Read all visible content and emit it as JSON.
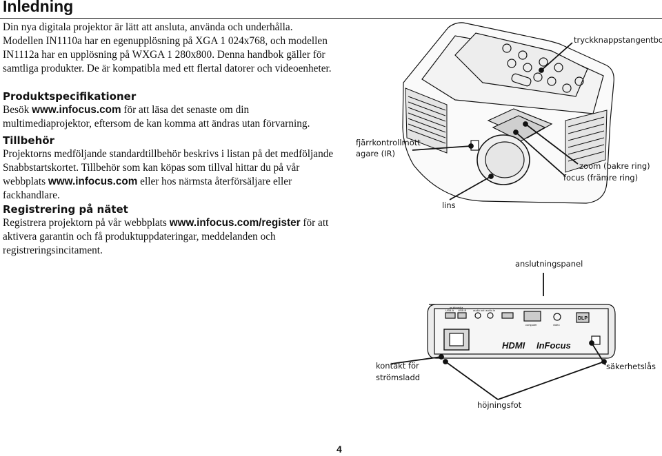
{
  "title": "Inledning",
  "intro": "Din nya digitala projektor är lätt att ansluta, använda och underhålla. Modellen IN1110a har en egenupplösning på XGA 1 024x768, och modellen IN1112a har en upplösning på WXGA 1 280x800. Denna handbok gäller för samtliga produkter. De är kompatibla med ett flertal datorer och videoenheter.",
  "specs": {
    "heading": "Produktspecifikationer",
    "pre": "Besök ",
    "link": "www.infocus.com",
    "post": " för att läsa det senaste om din multimediaprojektor, eftersom de kan komma att ändras utan förvarning."
  },
  "accessories": {
    "heading": "Tillbehör",
    "pre": "Projektorns medföljande standardtillbehör beskrivs i listan på det medföljande Snabbstartskortet. Tillbehör som kan köpas som tillval hittar du på vår webbplats ",
    "link": "www.infocus.com",
    "post": " eller hos närmsta återförsäljare eller fackhandlare."
  },
  "registration": {
    "heading": "Registrering på nätet",
    "pre": "Registrera projektorn på vår webbplats ",
    "link": "www.infocus.com/register",
    "post": " för att aktivera garantin och få produktuppdateringar, meddelanden och registreringsincitament."
  },
  "labels": {
    "keypad": "tryckknappstangentbord",
    "remote_line1": "fjärrkontrollmott",
    "remote_line2": "agare (IR)",
    "zoom": "zoom (bakre ring)",
    "focus": "focus (främre ring)",
    "lens": "lins",
    "panel": "anslutningspanel",
    "power_line1": "kontakt för",
    "power_line2": "strömsladd",
    "lock": "säkerhetslås",
    "foot": "höjningsfot"
  },
  "panel_print": {
    "hdmi": "HDMI",
    "brand": "InFocus",
    "usb_a": "USB-A",
    "usb_b": "USB-B",
    "audio_out": "audio out",
    "audio_in": "audio in",
    "computer": "computer",
    "video": "video",
    "dlp": "DLP",
    "multimedia": "multimedia"
  },
  "page_number": "4"
}
